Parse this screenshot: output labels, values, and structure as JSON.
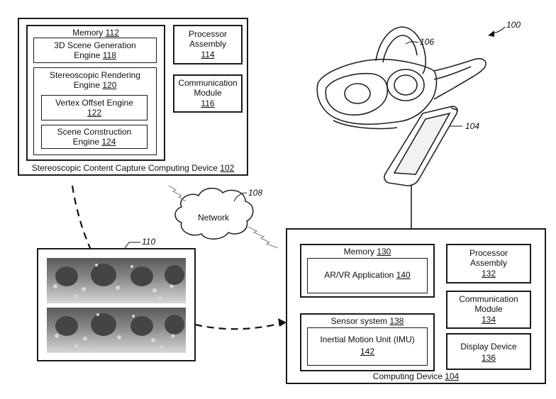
{
  "figure_ref": "100",
  "device102": {
    "caption": "Stereoscopic Content Capture Computing Device",
    "caption_num": "102",
    "memory": {
      "label": "Memory",
      "num": "112"
    },
    "scene_gen": {
      "line1": "3D Scene Generation",
      "line2": "Engine",
      "num": "118"
    },
    "stereo_render": {
      "line1": "Stereoscopic Rendering",
      "line2": "Engine",
      "num": "120"
    },
    "vertex_offset": {
      "line1": "Vertex Offset Engine",
      "num": "122"
    },
    "scene_constr": {
      "line1": "Scene Construction",
      "line2": "Engine",
      "num": "124"
    },
    "processor": {
      "line1": "Processor",
      "line2": "Assembly",
      "num": "114"
    },
    "comm": {
      "line1": "Communication",
      "line2": "Module",
      "num": "116"
    }
  },
  "network": {
    "label": "Network",
    "num": "108"
  },
  "image_ref": "110",
  "headset_ref": "106",
  "phone_ref": "104",
  "device104": {
    "caption": "Computing Device",
    "caption_num": "104",
    "memory": {
      "label": "Memory",
      "num": "130"
    },
    "arvr": {
      "label": "AR/VR Application",
      "num": "140"
    },
    "sensor": {
      "label": "Sensor system",
      "num": "138"
    },
    "imu": {
      "label": "Inertial Motion Unit (IMU)",
      "num": "142"
    },
    "processor": {
      "line1": "Processor",
      "line2": "Assembly",
      "num": "132"
    },
    "comm": {
      "line1": "Communication",
      "line2": "Module",
      "num": "134"
    },
    "display": {
      "label": "Display Device",
      "num": "136"
    }
  }
}
